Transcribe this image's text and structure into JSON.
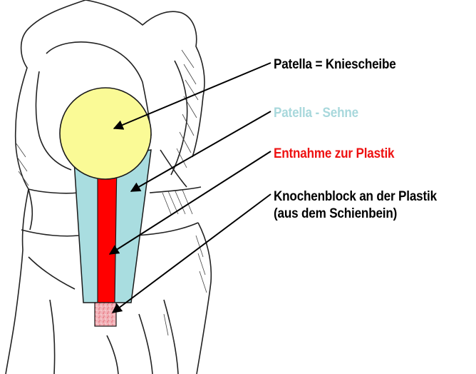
{
  "labels": {
    "patella": "Patella = Kniescheibe",
    "patella_sehne": "Patella - Sehne",
    "entnahme": "Entnahme zur Plastik",
    "knochenblock_line1": "Knochenblock an der Plastik",
    "knochenblock_line2": "(aus dem Schienbein)"
  },
  "colors": {
    "patella_text": "#000000",
    "patella_sehne_text": "#a8d8dc",
    "entnahme_text": "#ee1111",
    "knochenblock_text": "#000000",
    "patella_fill": "#fafa96",
    "tendon_fill": "#a9dde0",
    "graft_fill": "#ff0000",
    "bone_block_fill": "#f2b2b8"
  }
}
